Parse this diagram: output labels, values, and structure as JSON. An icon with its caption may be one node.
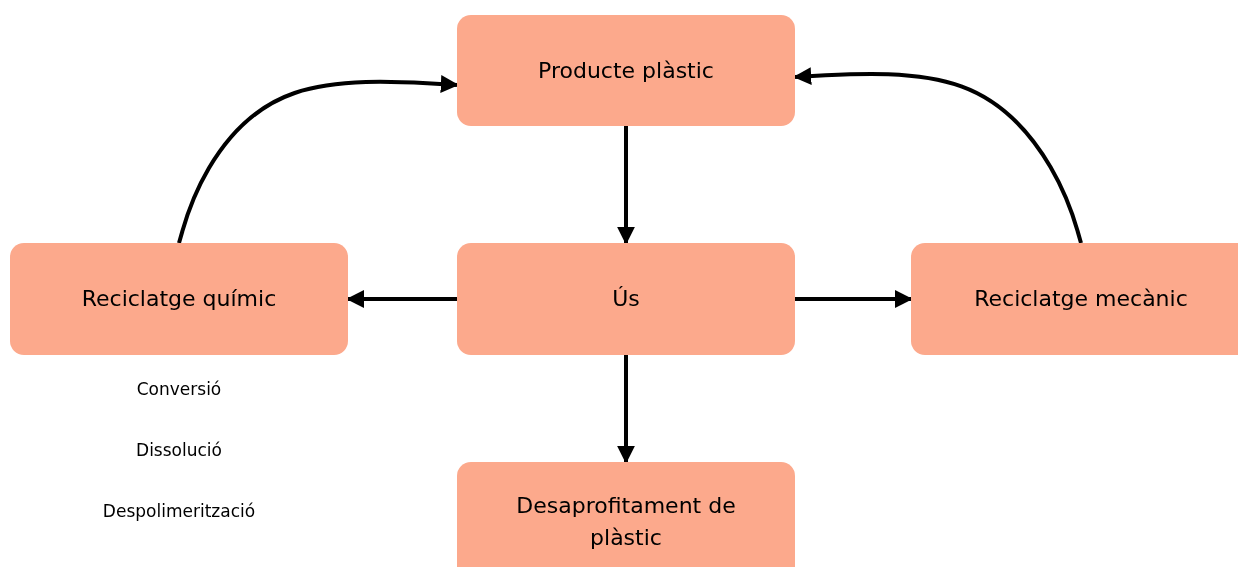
{
  "diagram": {
    "nodes": [
      {
        "text": [
          "Producte plàstic"
        ]
      },
      {
        "text": [
          "Reciclatge químic"
        ],
        "beside": [
          "Conversió",
          "Dissolució",
          "Despolimerització"
        ]
      },
      {
        "text": [
          "Ús"
        ]
      },
      {
        "text": [
          "Reciclatge mecànic"
        ]
      },
      {
        "text": [
          "Desaprofitament de plàstic"
        ]
      }
    ],
    "edges": [
      {
        "from": 0,
        "to": 2,
        "arrow": "to"
      },
      {
        "from": 2,
        "to": 1,
        "arrow": "to"
      },
      {
        "from": 2,
        "to": 3,
        "arrow": "to"
      },
      {
        "from": 2,
        "to": 4,
        "arrow": "to"
      },
      {
        "from": 1,
        "to": 0,
        "arrow": "to"
      },
      {
        "from": 3,
        "to": 0,
        "arrow": "to"
      }
    ]
  }
}
